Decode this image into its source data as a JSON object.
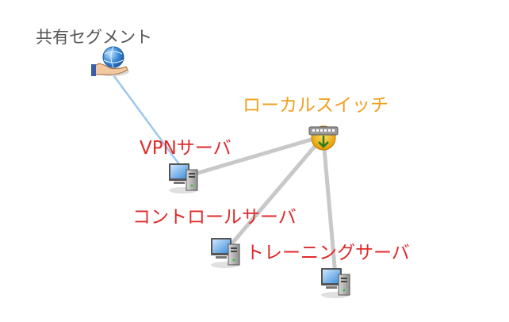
{
  "colors": {
    "segment_link": "#9cc8ee",
    "switch_link": "#c8c8c8",
    "segment_label": "#555555",
    "switch_label": "#f0a020",
    "server_label": "#e02a2a"
  },
  "nodes": {
    "segment": {
      "label": "共有セグメント",
      "icon": "globe-hand-icon"
    },
    "switch": {
      "label": "ローカルスイッチ",
      "icon": "network-switch-icon"
    },
    "vpn": {
      "label": "VPNサーバ",
      "icon": "computer-icon"
    },
    "control": {
      "label": "コントロールサーバ",
      "icon": "computer-icon"
    },
    "training": {
      "label": "トレーニングサーバ",
      "icon": "computer-icon"
    }
  },
  "links": [
    {
      "from": "segment",
      "to": "vpn",
      "style": "segment_link"
    },
    {
      "from": "switch",
      "to": "vpn",
      "style": "switch_link"
    },
    {
      "from": "switch",
      "to": "control",
      "style": "switch_link"
    },
    {
      "from": "switch",
      "to": "training",
      "style": "switch_link"
    }
  ]
}
